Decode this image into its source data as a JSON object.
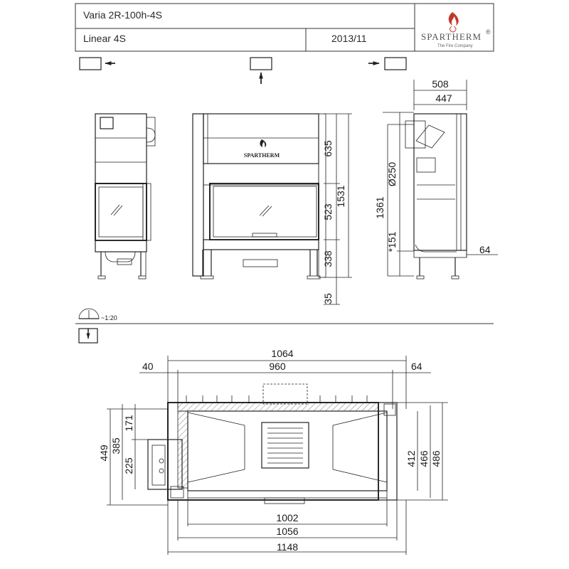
{
  "title_block": {
    "model": "Varia 2R-100h-4S",
    "variant": "Linear 4S",
    "date": "2013/11",
    "brand": "SPARTHERM",
    "brand_registered": "®",
    "brand_tagline": "The Fire Company"
  },
  "views": {
    "front_plate_brand": "SPARTHERM",
    "scale_label": "~1:20"
  },
  "dimensions": {
    "side_top_width": "508",
    "side_inner_width": "447",
    "height_top": "635",
    "height_glass": "523",
    "height_base": "338",
    "height_feet": "35",
    "height_total": "1531",
    "height_flue": "1361",
    "flue_diameter": "Ø250",
    "air_inlet": "*151",
    "side_offset": "64",
    "plan_total_width": "1064",
    "plan_inner_width": "960",
    "plan_left_offset": "40",
    "plan_right_offset": "64",
    "plan_depth_449": "449",
    "plan_depth_385": "385",
    "plan_depth_171": "171",
    "plan_depth_225": "225",
    "plan_depth_412": "412",
    "plan_depth_466": "466",
    "plan_depth_486": "486",
    "plan_bottom_1002": "1002",
    "plan_bottom_1056": "1056",
    "plan_bottom_1148": "1148"
  },
  "colors": {
    "brand_red": "#c0392b",
    "line": "#1a1a1a"
  },
  "icons": {
    "arrow_left_view": "arrow-left-icon",
    "arrow_up_view": "arrow-up-icon",
    "arrow_right_view": "arrow-right-icon",
    "scale_icon": "protractor-icon",
    "plan_view_icon": "arrow-down-box-icon",
    "flame_logo": "flame-icon"
  }
}
